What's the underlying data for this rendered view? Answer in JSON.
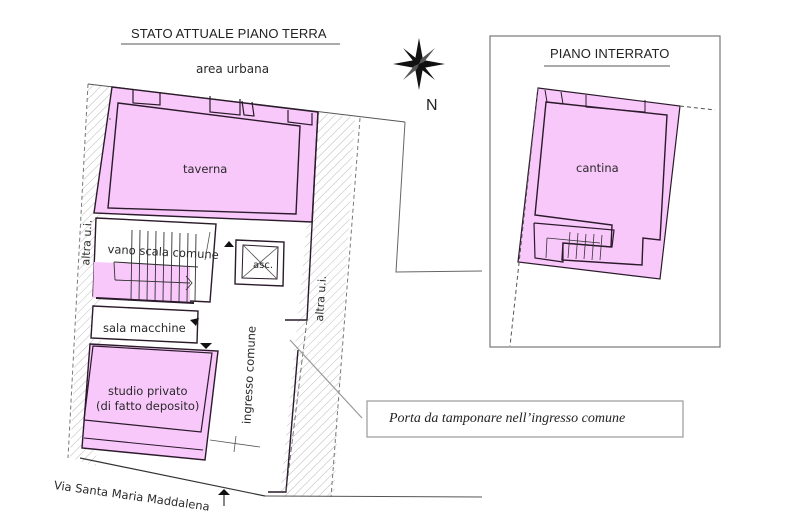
{
  "colors": {
    "room_fill": "#f9c8fb",
    "wall_line": "#2a1a2a",
    "hatch": "#b8b8b8",
    "frame": "#8a8a8a"
  },
  "ground_floor": {
    "title": "STATO ATTUALE PIANO TERRA",
    "top_label": "area urbana",
    "street_label": "Via Santa Maria Maddalena",
    "left_neighbor_label": "altra u.i.",
    "right_neighbor_label": "altra u.i.",
    "rooms": [
      {
        "name": "taverna"
      },
      {
        "name": "vano scala comune"
      },
      {
        "name": "asc."
      },
      {
        "name": "sala macchine"
      },
      {
        "name": "studio privato",
        "subtitle": "(di fatto deposito)"
      },
      {
        "name": "ingresso comune"
      }
    ]
  },
  "compass": {
    "north_label": "N",
    "icon": "compass-rose-icon"
  },
  "basement": {
    "title": "PIANO INTERRATO",
    "rooms": [
      {
        "name": "cantina"
      }
    ]
  },
  "callout": {
    "text": "Porta da tamponare nell’ingresso comune"
  }
}
